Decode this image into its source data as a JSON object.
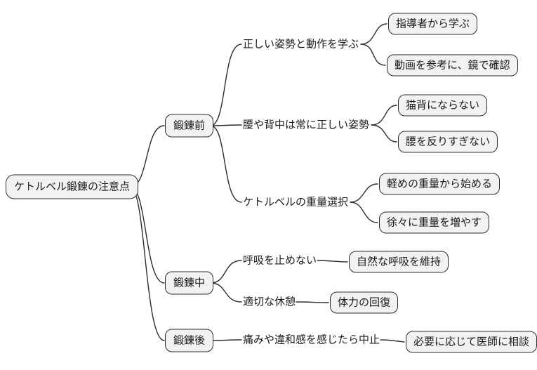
{
  "diagram": {
    "type": "mindmap",
    "colors": {
      "background": "#ffffff",
      "node_fill": "#f2f2f2",
      "node_border": "#2d2d2d",
      "line": "#2d2d2d",
      "text": "#1a1a1a"
    },
    "root": {
      "label": "ケトルベル鍛錬の注意点"
    },
    "branches": [
      {
        "label": "鍛錬前",
        "children": [
          {
            "label": "正しい姿勢と動作を学ぶ",
            "children": [
              {
                "label": "指導者から学ぶ"
              },
              {
                "label": "動画を参考に、鏡で確認"
              }
            ]
          },
          {
            "label": "腰や背中は常に正しい姿勢",
            "children": [
              {
                "label": "猫背にならない"
              },
              {
                "label": "腰を反りすぎない"
              }
            ]
          },
          {
            "label": "ケトルベルの重量選択",
            "children": [
              {
                "label": "軽めの重量から始める"
              },
              {
                "label": "徐々に重量を増やす"
              }
            ]
          }
        ]
      },
      {
        "label": "鍛錬中",
        "children": [
          {
            "label": "呼吸を止めない",
            "children": [
              {
                "label": "自然な呼吸を維持"
              }
            ]
          },
          {
            "label": "適切な休憩",
            "children": [
              {
                "label": "体力の回復"
              }
            ]
          }
        ]
      },
      {
        "label": "鍛錬後",
        "children": [
          {
            "label": "痛みや違和感を感じたら中止",
            "children": [
              {
                "label": "必要に応じて医師に相談"
              }
            ]
          }
        ]
      }
    ]
  }
}
